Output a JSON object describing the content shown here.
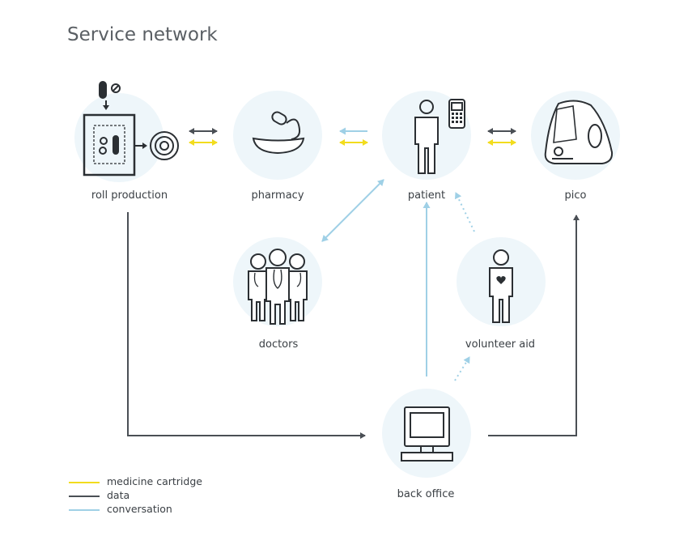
{
  "title": "Service network",
  "nodes": {
    "roll_production": "roll production",
    "pharmacy": "pharmacy",
    "patient": "patient",
    "pico": "pico",
    "doctors": "doctors",
    "volunteer_aid": "volunteer aid",
    "back_office": "back office"
  },
  "legend": [
    {
      "label": "medicine cartridge",
      "color": "#f2dc1d"
    },
    {
      "label": "data",
      "color": "#4a4f55"
    },
    {
      "label": "conversation",
      "color": "#9fd0e6"
    }
  ],
  "colors": {
    "cartridge": "#f2dc1d",
    "data": "#4a4f55",
    "conversation": "#9fd0e6",
    "halo": "#eef6fa",
    "icon_stroke": "#2b2f33"
  }
}
